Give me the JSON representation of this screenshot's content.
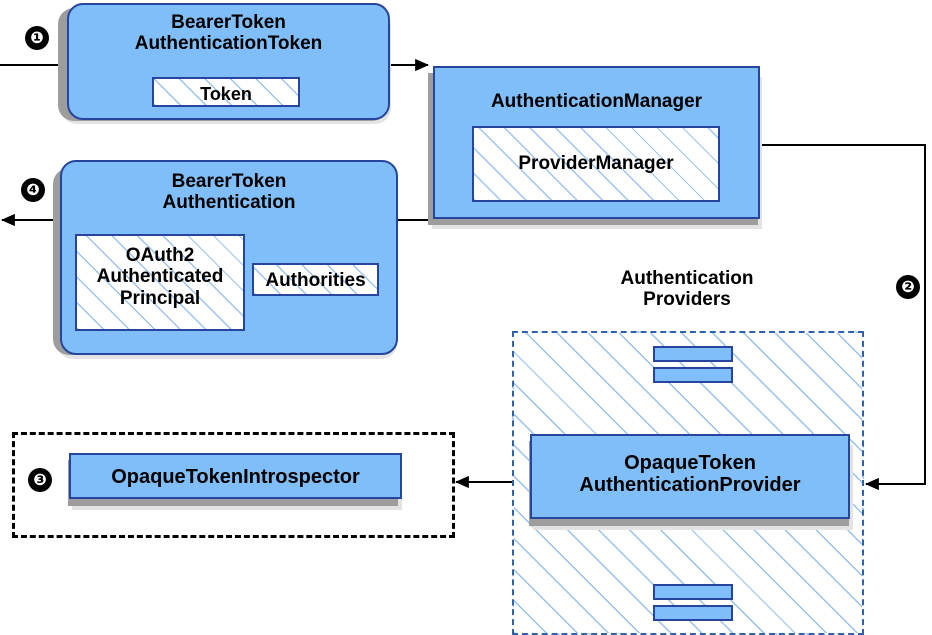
{
  "diagram": {
    "title": "Bearer Token Authentication (Opaque Token) flow",
    "colors": {
      "card_fill": "#7FBEF8",
      "card_border": "#27459C",
      "hatch": "#8CBAEB",
      "dashed_blue": "#2F62AE",
      "dashed_black": "#000000",
      "shadow_dark": "#9D9D9D",
      "shadow_light": "#E3E3E3",
      "badge_fill": "#000000",
      "badge_text": "#FFFFFF"
    },
    "badges": [
      {
        "id": "badge-1",
        "label": "❶",
        "number": "1"
      },
      {
        "id": "badge-2",
        "label": "❷",
        "number": "2"
      },
      {
        "id": "badge-3",
        "label": "❸",
        "number": "3"
      },
      {
        "id": "badge-4",
        "label": "❹",
        "number": "4"
      }
    ],
    "nodes": {
      "bearer_token_authentication_token": {
        "title": "BearerToken\nAuthenticationToken",
        "inner": "Token"
      },
      "authentication_manager": {
        "title": "AuthenticationManager",
        "inner": "ProviderManager"
      },
      "bearer_token_authentication": {
        "title": "BearerToken\nAuthentication",
        "inner_principal": "OAuth2\nAuthenticated\nPrincipal",
        "inner_authorities": "Authorities"
      },
      "authentication_providers": {
        "title": "Authentication\nProviders",
        "provider": "OpaqueToken\nAuthenticationProvider"
      },
      "opaque_token_introspector": {
        "title": "OpaqueTokenIntrospector"
      }
    }
  }
}
